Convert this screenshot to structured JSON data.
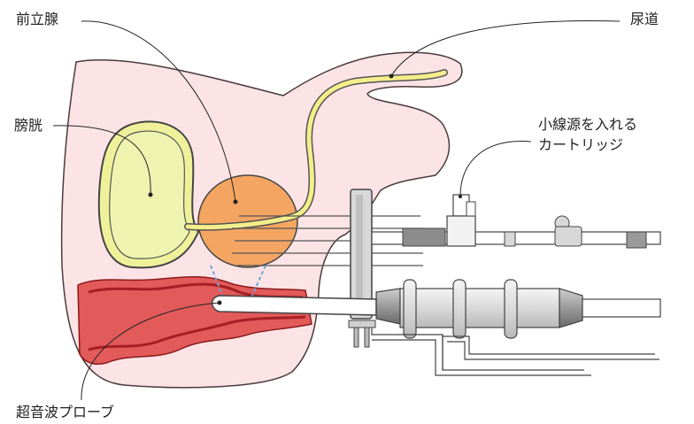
{
  "labels": {
    "prostate": "前立腺",
    "urethra": "尿道",
    "bladder": "膀胱",
    "cartridge_line1": "小線源を入れる",
    "cartridge_line2": "カートリッジ",
    "probe": "超音波プローブ"
  },
  "colors": {
    "body": "#fce4e6",
    "bladder": "#eef19a",
    "urethra": "#f4ee8a",
    "prostate": "#f4a562",
    "rectum": "#e25a5a",
    "rectum_dark": "#a51f24",
    "device": "#d8d8d8",
    "device_dark": "#8a8a8a",
    "outline": "#333333",
    "leader": "#222222",
    "ultrasound": "#6aa6d8"
  }
}
